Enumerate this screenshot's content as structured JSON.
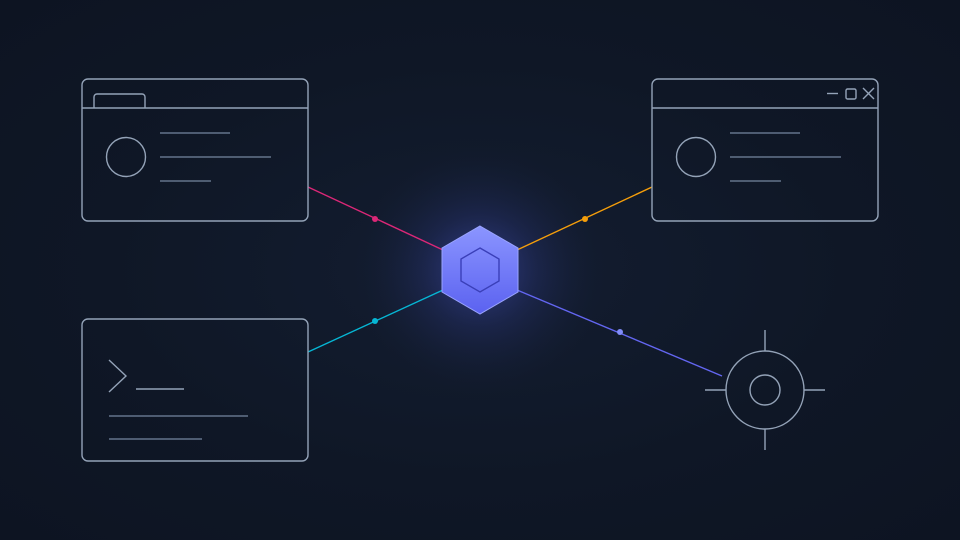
{
  "colors": {
    "background": "#0f1726",
    "outline": "#94a3b8",
    "outline_dim": "#64748b",
    "hub_light": "#8b95ff",
    "hub_dark": "#5b62f0",
    "hub_inner_stroke": "#3a3fb8",
    "glow": "#4f5bd5",
    "link_browser": "#db2777",
    "link_window": "#f59e0b",
    "link_terminal": "#06b6d4",
    "link_target": "#6366f1"
  },
  "nodes": {
    "hub": {
      "icon": "hexagon-icon"
    },
    "browser_window": {
      "icon": "browser-window-icon",
      "tab_icon": "tab-icon",
      "avatar_icon": "avatar-circle-icon"
    },
    "app_window": {
      "icon": "app-window-icon",
      "controls": [
        "minimize-icon",
        "maximize-icon",
        "close-icon"
      ],
      "avatar_icon": "avatar-circle-icon"
    },
    "terminal": {
      "icon": "terminal-icon",
      "prompt_icon": "chevron-right-icon"
    },
    "target": {
      "icon": "crosshair-icon"
    }
  },
  "connections": [
    {
      "from": "hub",
      "to": "browser_window",
      "color_key": "link_browser"
    },
    {
      "from": "hub",
      "to": "app_window",
      "color_key": "link_window"
    },
    {
      "from": "hub",
      "to": "terminal",
      "color_key": "link_terminal"
    },
    {
      "from": "hub",
      "to": "target",
      "color_key": "link_target"
    }
  ]
}
